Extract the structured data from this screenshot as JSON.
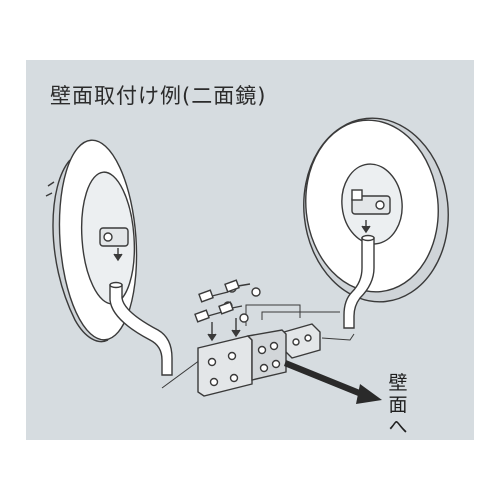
{
  "title": "壁面取付け例(二面鏡)",
  "wall_label": [
    "壁",
    "面",
    "へ"
  ],
  "colors": {
    "panel": "#d6dce0",
    "mirror_face": "#ffffff",
    "line": "#3a3a3a",
    "arrow": "#2a2a2a"
  }
}
